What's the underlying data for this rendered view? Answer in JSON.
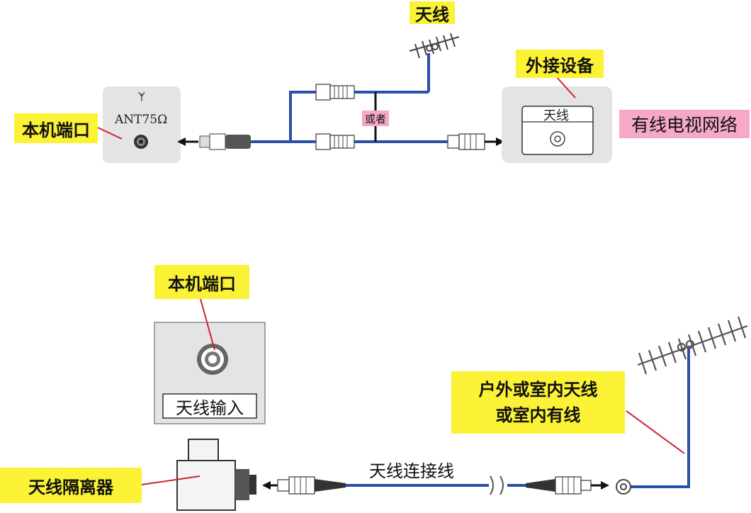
{
  "top": {
    "antenna_label": "天线",
    "external_device_label": "外接设备",
    "port_label": "本机端口",
    "cable_tv_label": "有线电视网络",
    "or_label": "或者",
    "panel_text": "ANT75Ω",
    "device_inner_label": "天线"
  },
  "bottom": {
    "port_label": "本机端口",
    "input_label": "天线输入",
    "isolator_label": "天线隔离器",
    "cable_label": "天线连接线",
    "antenna_label_line1": "户外或室内天线",
    "antenna_label_line2": "或室内有线"
  },
  "colors": {
    "cable": "#2a4fa8",
    "label_yellow": "#fbf235",
    "label_pink": "#f5a8c8",
    "leader": "#cc2233",
    "panel": "#e4e4e4"
  }
}
